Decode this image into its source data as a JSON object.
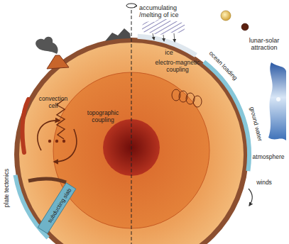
{
  "diagram": {
    "labels": [
      "accumulating /melting of ice",
      "lunar-solar attraction",
      "ice",
      "electro-magnetic coupling",
      "ocean loading",
      "ground water",
      "atmosphere",
      "topographic coupling",
      "convection cell",
      "winds",
      "plate tectonics",
      "subducting slab"
    ]
  }
}
